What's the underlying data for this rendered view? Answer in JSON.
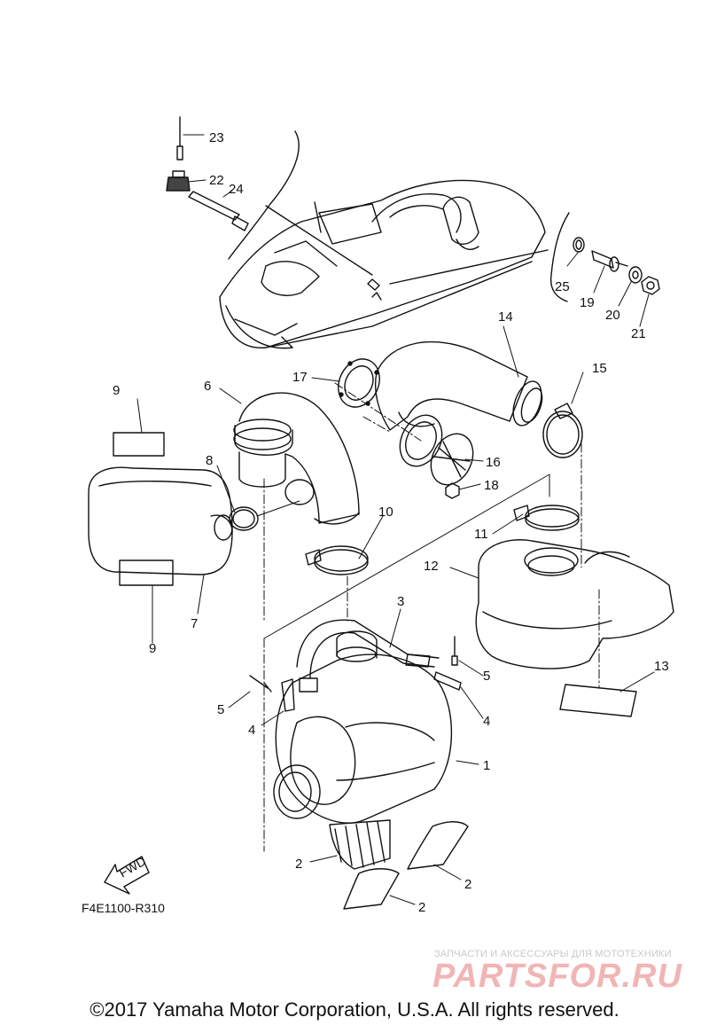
{
  "diagram": {
    "code": "F4E1100-R310",
    "fwd_label": "FWD",
    "callouts": [
      "23",
      "22",
      "24",
      "25",
      "19",
      "20",
      "21",
      "14",
      "15",
      "17",
      "16",
      "18",
      "6",
      "9",
      "8",
      "10",
      "11",
      "12",
      "7",
      "9",
      "3",
      "5",
      "5",
      "4",
      "4",
      "13",
      "1",
      "2",
      "2",
      "2"
    ]
  },
  "watermark": {
    "tagline": "ЗАПЧАСТИ И АКСЕССУАРЫ ДЛЯ МОТОТЕХНИКИ",
    "brand": "PARTSFOR.RU"
  },
  "footer": {
    "copyright": "©2017 Yamaha Motor Corporation, U.S.A. All rights reserved."
  }
}
